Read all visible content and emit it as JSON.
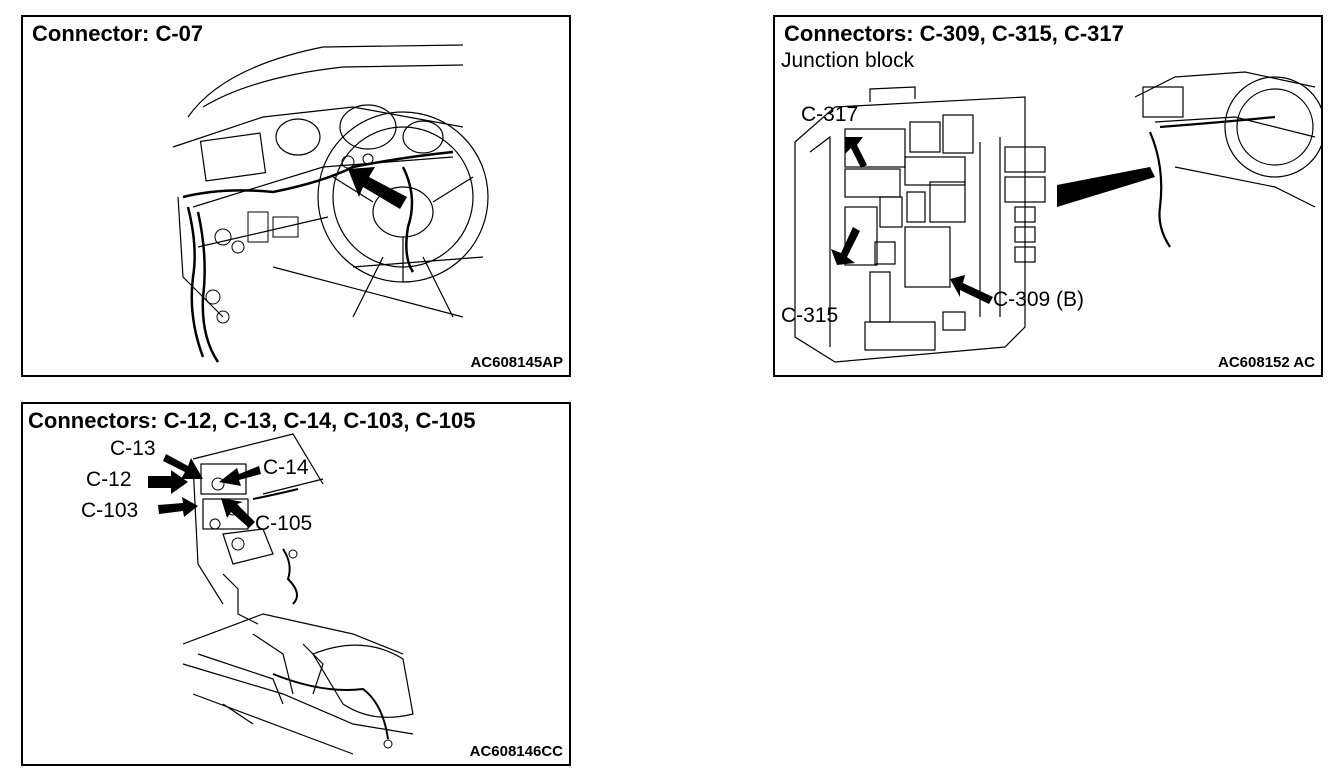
{
  "panels": [
    {
      "title": "Connector: C-07",
      "code": "AC608145AP"
    },
    {
      "title": "Connectors: C-309, C-315, C-317",
      "subtitle": "Junction block",
      "code": "AC608152 AC",
      "labels": {
        "c317": "C-317",
        "c315": "C-315",
        "c309": "C-309 (B)"
      }
    },
    {
      "title": "Connectors: C-12, C-13, C-14, C-103, C-105",
      "code": "AC608146CC",
      "labels": {
        "c13": "C-13",
        "c12": "C-12",
        "c103": "C-103",
        "c14": "C-14",
        "c105": "C-105"
      }
    }
  ]
}
